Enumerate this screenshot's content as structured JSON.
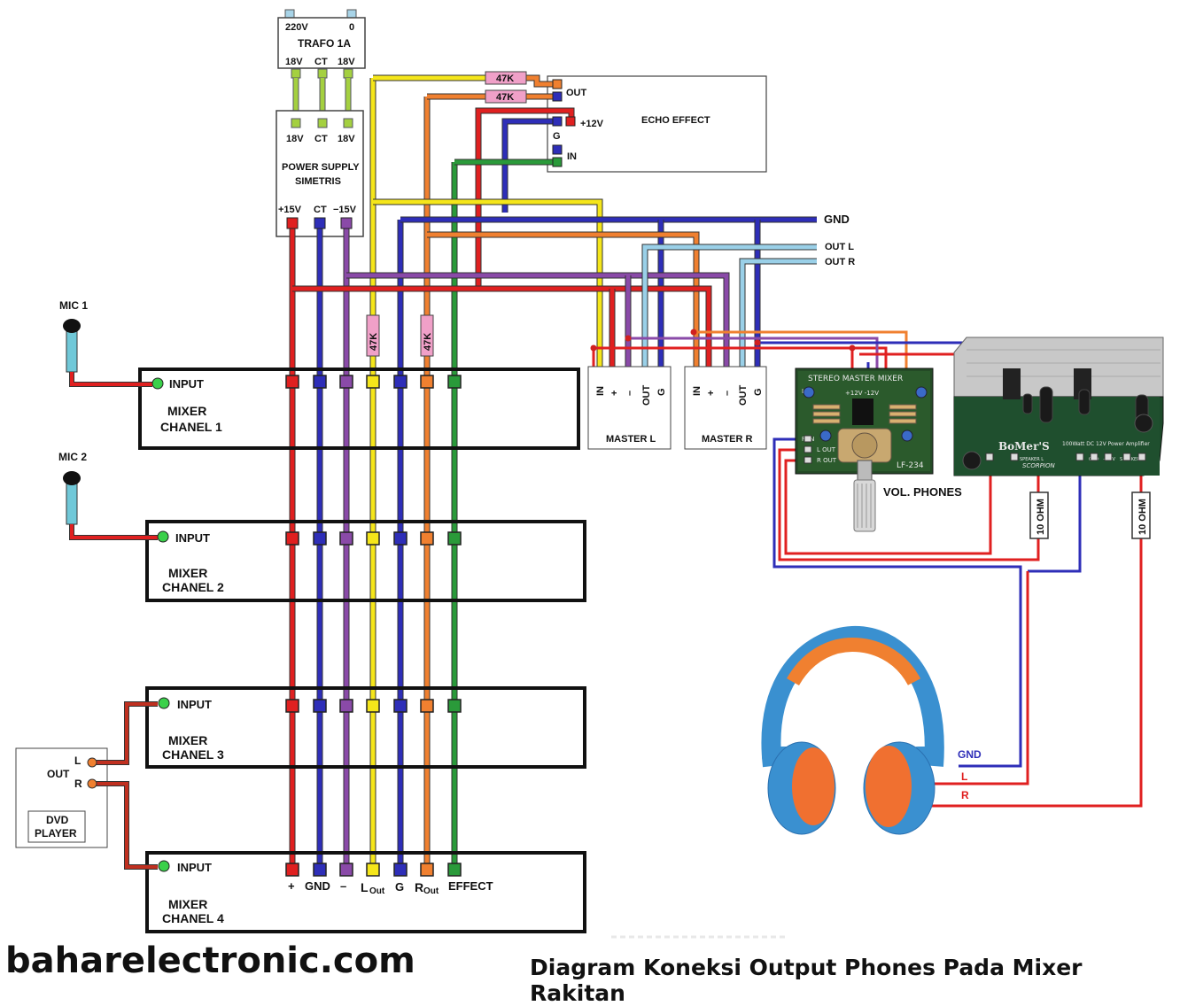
{
  "transformer": {
    "in_left": "220V",
    "in_right": "0",
    "name": "TRAFO 1A",
    "out_left": "18V",
    "out_ct": "CT",
    "out_right": "18V"
  },
  "power_supply": {
    "in_left": "18V",
    "in_ct": "CT",
    "in_right": "18V",
    "title_1": "POWER SUPPLY",
    "title_2": "SIMETRIS",
    "pos": "+15V",
    "ct": "CT",
    "neg": "−15V"
  },
  "resistors": {
    "r47k": "47K"
  },
  "echo": {
    "title": "ECHO EFFECT",
    "out": "OUT",
    "plus12": "+12V",
    "g": "G",
    "in": "IN"
  },
  "bus_labels": {
    "gnd": "GND",
    "out_l": "OUT L",
    "out_r": "OUT R"
  },
  "mics": {
    "mic1": "MIC 1",
    "mic2": "MIC 2"
  },
  "mixers": [
    {
      "input": "INPUT",
      "line1": "MIXER",
      "line2": "CHANEL 1"
    },
    {
      "input": "INPUT",
      "line1": "MIXER",
      "line2": "CHANEL 2"
    },
    {
      "input": "INPUT",
      "line1": "MIXER",
      "line2": "CHANEL 3"
    },
    {
      "input": "INPUT",
      "line1": "MIXER",
      "line2": "CHANEL 4"
    }
  ],
  "bottom_pins": {
    "plus": "+",
    "gnd": "GND",
    "minus": "–",
    "lout_l": "L",
    "lout_sub": "Out",
    "g": "G",
    "rout_r": "R",
    "rout_sub": "Out",
    "effect": "EFFECT"
  },
  "dvd": {
    "out": "OUT",
    "l": "L",
    "r": "R",
    "line1": "DVD",
    "line2": "PLAYER"
  },
  "master": {
    "pins": [
      "IN",
      "+",
      "–",
      "OUT",
      "G"
    ],
    "left": "MASTER L",
    "right": "MASTER R"
  },
  "vol_phones": "VOL. PHONES",
  "pcb_small": {
    "title": "STEREO MASTER MIXER",
    "code": "LF-234",
    "pins": "+12V  -12V",
    "lin": "L IN",
    "rin": "R IN",
    "lout": "L OUT",
    "rout": "R OUT"
  },
  "pcb_amp": {
    "brand": "BoMer'S",
    "sub": "SCORPION",
    "model": "100Watt DC 12V Power Amplifier",
    "spk_l": "SPEAKER L",
    "spk_r": "SPEAKER R",
    "gnd": "GND",
    "v12": "+12V"
  },
  "resistor_10ohm": "10 OHM",
  "headphone_labels": {
    "gnd": "GND",
    "l": "L",
    "r": "R"
  },
  "footer": {
    "site": "baharelectronic.com",
    "caption": "Diagram Koneksi Output Phones Pada Mixer Rakitan"
  },
  "colors": {
    "red": "#e02020",
    "navy": "#2e2eb8",
    "purple": "#8a4aa8",
    "yellow": "#f5e61a",
    "orange": "#f08030",
    "green": "#2a9a3a",
    "lightblue": "#9ad0e8",
    "lime": "#a4d040",
    "pink": "#f0a0c8"
  }
}
